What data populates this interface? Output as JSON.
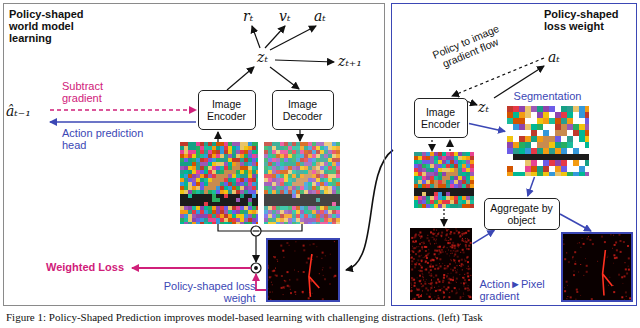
{
  "diagram": {
    "caption": "Figure 1: Policy-Shaped Prediction improves model-based learning with challenging distractions. (left) Task",
    "nodes": [
      {
        "text": [
          "Policy-shaped world model learning"
        ]
      },
      {
        "text": [
          "Image Encoder"
        ],
        "in": 0
      },
      {
        "text": [
          "Image Decoder"
        ],
        "in": 0
      },
      {
        "text": [
          "Policy-shaped loss weight"
        ],
        "in": 0
      },
      {
        "text": [
          "Policy-shaped loss weight"
        ]
      },
      {
        "text": [
          "Image Encoder"
        ],
        "in": 4
      },
      {
        "text": [
          "Segmentation"
        ],
        "in": 4
      },
      {
        "text": [
          "Aggregate by object"
        ],
        "in": 4
      },
      {
        "text": [
          "Action►Pixel gradient"
        ],
        "in": 4
      }
    ],
    "edges": [
      {
        "from": 5,
        "to": 6,
        "arrow": "to"
      },
      {
        "from": 6,
        "to": 7,
        "arrow": "to"
      },
      {
        "from": 8,
        "to": 7,
        "arrow": "to"
      }
    ],
    "labels": [
      "rₜ",
      "vₜ",
      "aₜ",
      "zₜ",
      "zₜ₊₁",
      "âₜ₋₁",
      "Subtract gradient",
      "Action prediction head",
      "Weighted Loss",
      "aₜ",
      "zₜ",
      "Policy to image gradient flow"
    ]
  }
}
